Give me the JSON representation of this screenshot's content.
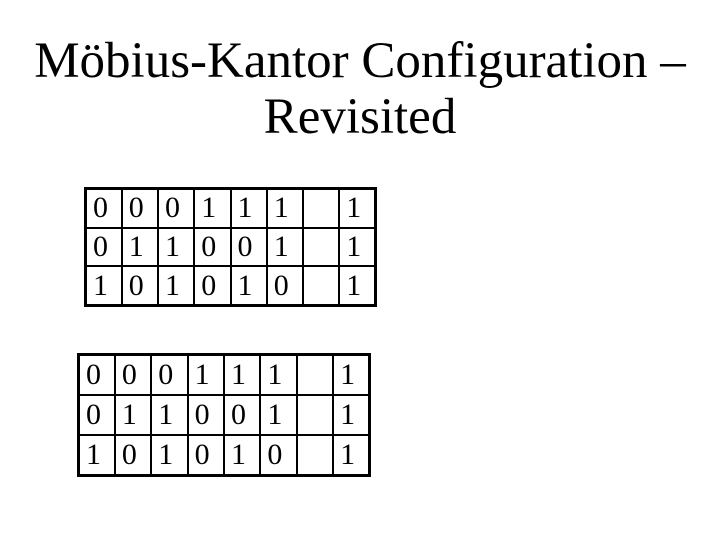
{
  "title": {
    "line1": "Möbius-Kantor Configuration –",
    "line2": "Revisited"
  },
  "colors": {
    "background": "#ffffff",
    "text": "#000000",
    "table_border": "#000000"
  },
  "tables": {
    "top": {
      "rows": [
        [
          "0",
          "0",
          "0",
          "1",
          "1",
          "1",
          "",
          "1"
        ],
        [
          "0",
          "1",
          "1",
          "0",
          "0",
          "1",
          "",
          "1"
        ],
        [
          "1",
          "0",
          "1",
          "0",
          "1",
          "0",
          "",
          "1"
        ]
      ]
    },
    "bottom": {
      "rows": [
        [
          "0",
          "0",
          "0",
          "1",
          "1",
          "1",
          "",
          "1"
        ],
        [
          "0",
          "1",
          "1",
          "0",
          "0",
          "1",
          "",
          "1"
        ],
        [
          "1",
          "0",
          "1",
          "0",
          "1",
          "0",
          "",
          "1"
        ]
      ]
    }
  }
}
